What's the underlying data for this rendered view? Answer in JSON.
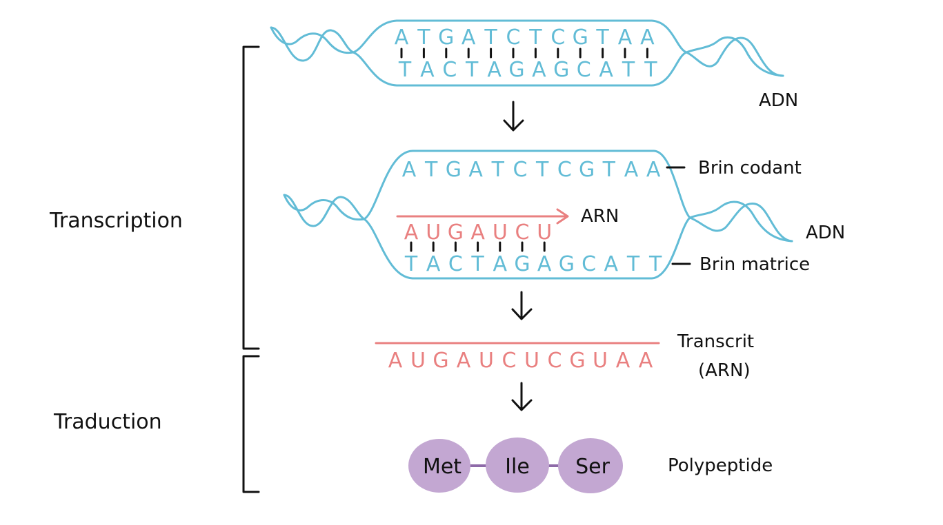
{
  "colors": {
    "dna": "#62bcd6",
    "rna": "#e98080",
    "protein": "#c3a7d2",
    "ink": "#111111"
  },
  "labels": {
    "transcription": "Transcription",
    "traduction": "Traduction",
    "adn_top": "ADN",
    "adn_mid": "ADN",
    "brin_codant": "Brin codant",
    "brin_matrice": "Brin matrice",
    "arn_arrow": "ARN",
    "transcrit_line1": "Transcrit",
    "transcrit_line2": "(ARN)",
    "polypeptide": "Polypeptide"
  },
  "dna_top": {
    "coding": [
      "A",
      "T",
      "G",
      "A",
      "T",
      "C",
      "T",
      "C",
      "G",
      "T",
      "A",
      "A"
    ],
    "template": [
      "T",
      "A",
      "C",
      "T",
      "A",
      "G",
      "A",
      "G",
      "C",
      "A",
      "T",
      "T"
    ]
  },
  "dna_mid": {
    "coding": [
      "A",
      "T",
      "G",
      "A",
      "T",
      "C",
      "T",
      "C",
      "G",
      "T",
      "A",
      "A"
    ],
    "template": [
      "T",
      "A",
      "C",
      "T",
      "A",
      "G",
      "A",
      "G",
      "C",
      "A",
      "T",
      "T"
    ],
    "rna_partial": [
      "A",
      "U",
      "G",
      "A",
      "U",
      "C",
      "U"
    ]
  },
  "transcript": [
    "A",
    "U",
    "G",
    "A",
    "U",
    "C",
    "U",
    "C",
    "G",
    "U",
    "A",
    "A"
  ],
  "amino_acids": [
    "Met",
    "Ile",
    "Ser"
  ]
}
